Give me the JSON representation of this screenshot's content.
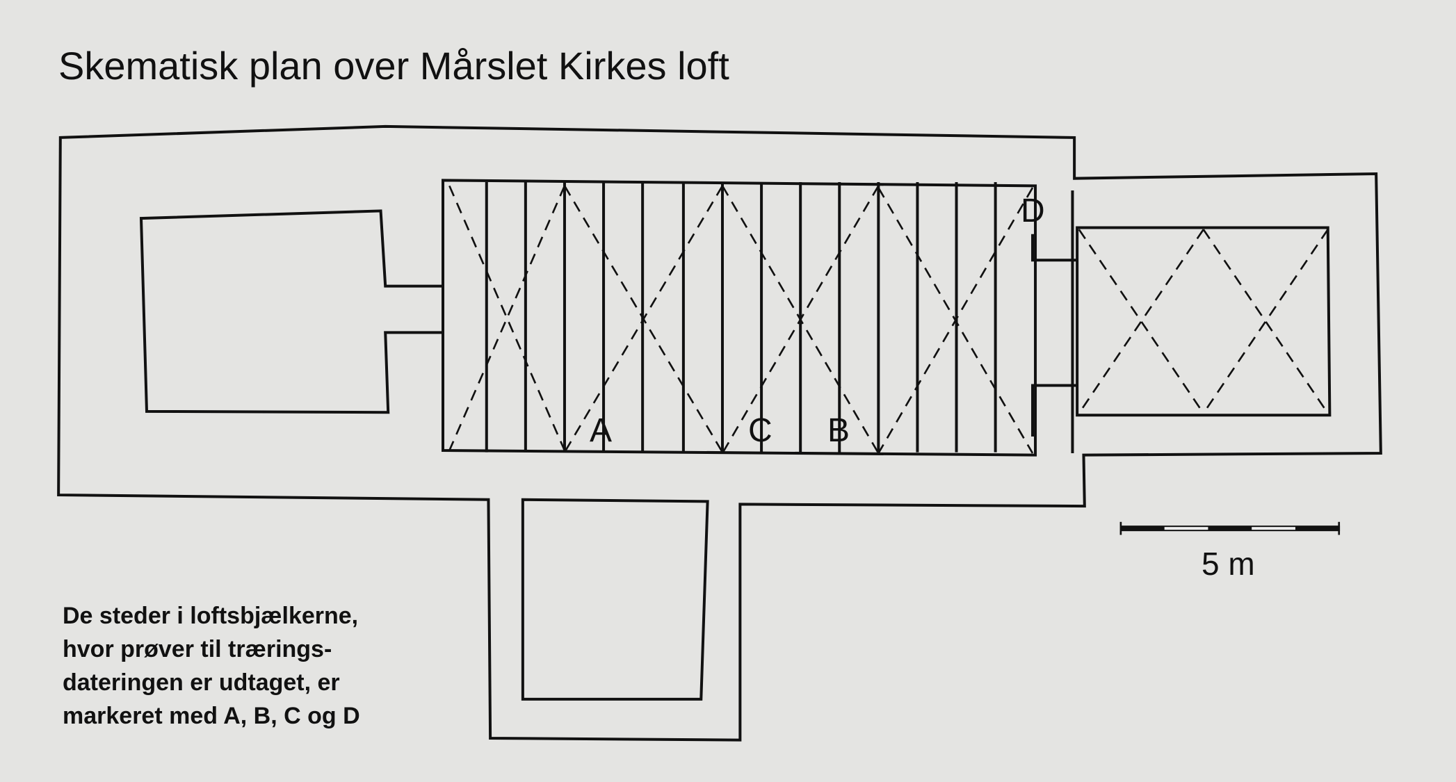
{
  "title": "Skematisk plan over Mårslet Kirkes loft",
  "caption_lines": [
    "De steder i loftsbjælkerne,",
    "hvor prøver til trærings-",
    "dateringen er udtaget, er",
    "markeret med A, B, C og D"
  ],
  "labels": {
    "a": "A",
    "b": "B",
    "c": "C",
    "d": "D"
  },
  "scale_label": "5 m",
  "colors": {
    "ink": "#111111",
    "paper": "#e4e4e2"
  }
}
